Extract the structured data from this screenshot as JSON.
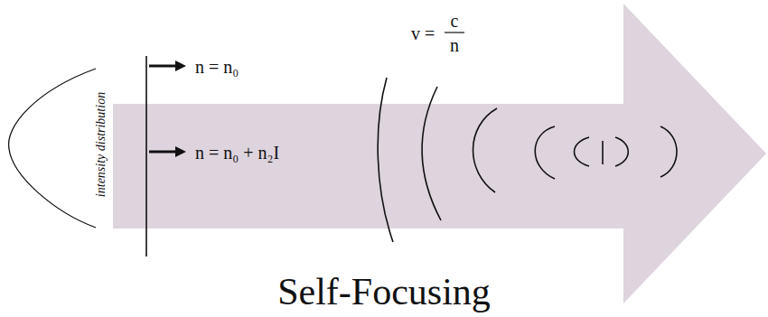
{
  "diagram": {
    "title": "Self-Focusing",
    "labels": [
      "intensity distribution",
      "n = n₀",
      "n = n₀ + n₂I",
      "v =",
      "c",
      "n"
    ]
  }
}
